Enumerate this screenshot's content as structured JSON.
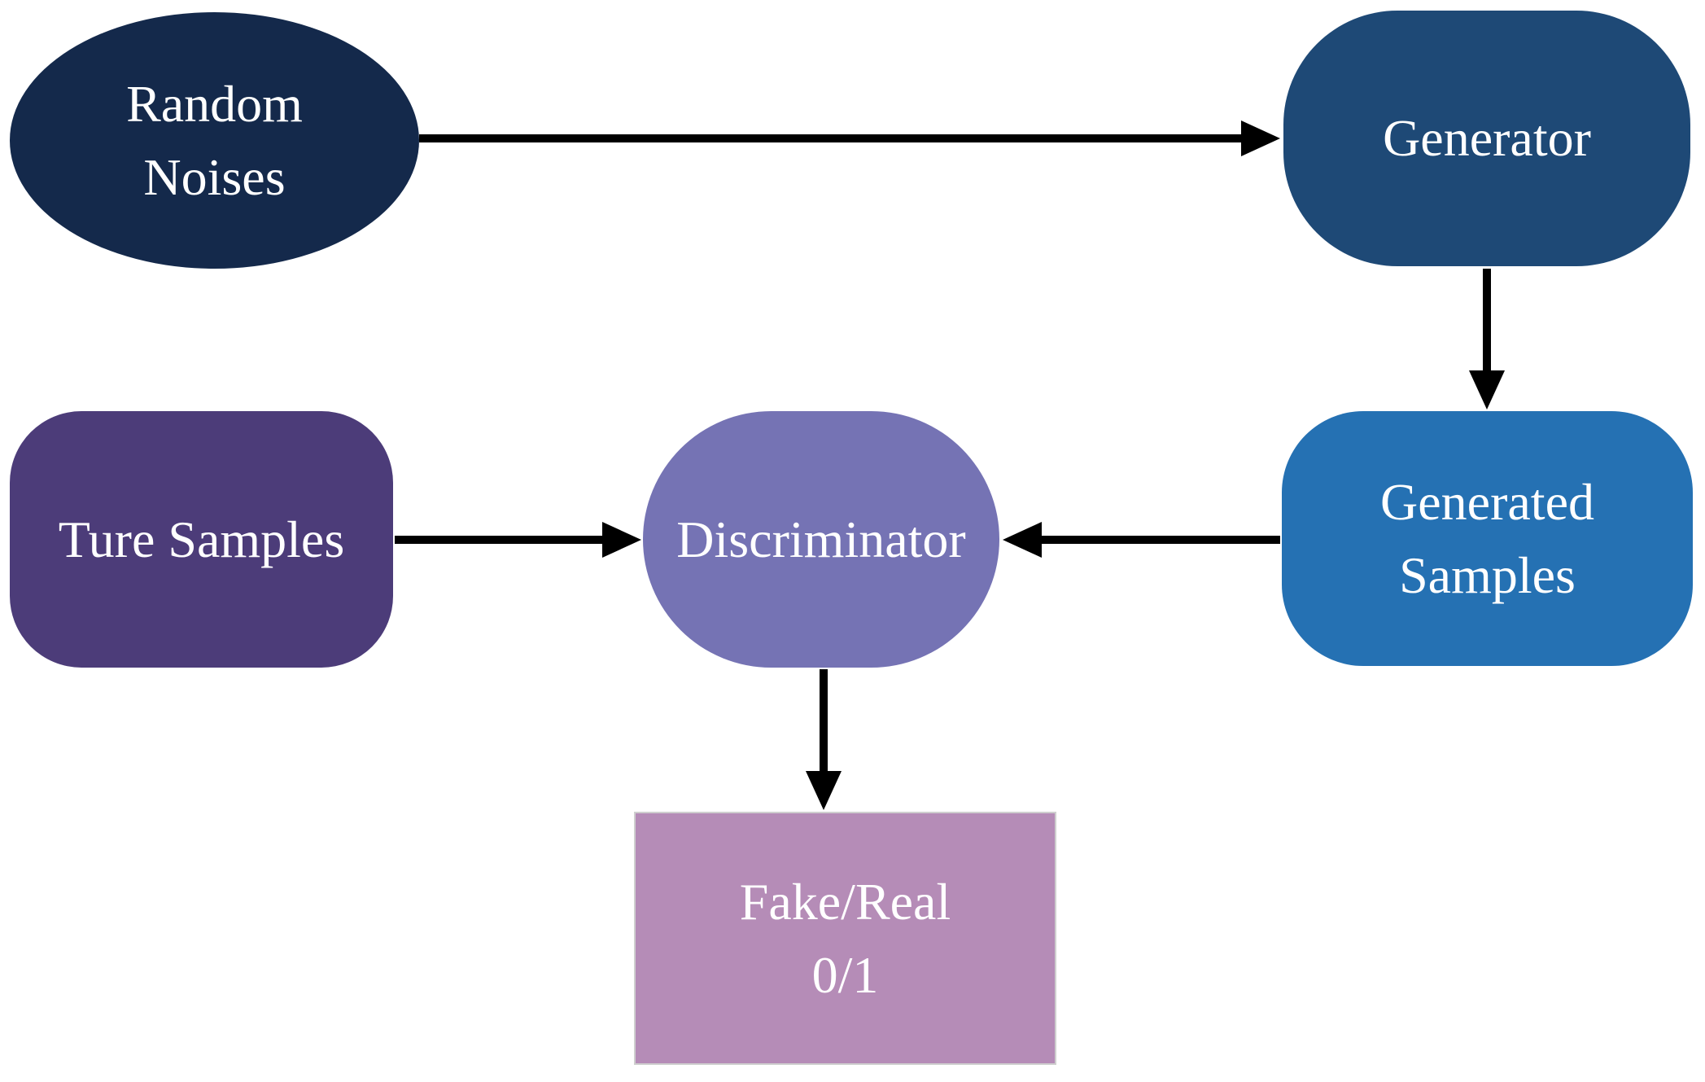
{
  "diagram": {
    "type": "flowchart",
    "nodes": {
      "random_noises": {
        "label": "Random Noises",
        "shape": "ellipse",
        "color": "#14294B"
      },
      "generator": {
        "label": "Generator",
        "shape": "rounded-rectangle",
        "color": "#1E4976"
      },
      "ture_samples": {
        "label": "Ture Samples",
        "shape": "rounded-rectangle",
        "color": "#4C3C79"
      },
      "discriminator": {
        "label": "Discriminator",
        "shape": "stadium",
        "color": "#7573B4"
      },
      "generated_samples": {
        "label": "Generated Samples",
        "shape": "rounded-rectangle",
        "color": "#2571B3"
      },
      "fake_real": {
        "label": "Fake/Real 0/1",
        "shape": "rectangle",
        "color": "#B58CB7"
      }
    },
    "edges": [
      {
        "from": "random_noises",
        "to": "generator"
      },
      {
        "from": "generator",
        "to": "generated_samples"
      },
      {
        "from": "generated_samples",
        "to": "discriminator"
      },
      {
        "from": "ture_samples",
        "to": "discriminator"
      },
      {
        "from": "discriminator",
        "to": "fake_real"
      }
    ],
    "colors": {
      "background": "#ffffff",
      "label_text": "#ffffff",
      "arrow": "#000000",
      "fake_real_border": "#cfcfcf"
    }
  }
}
